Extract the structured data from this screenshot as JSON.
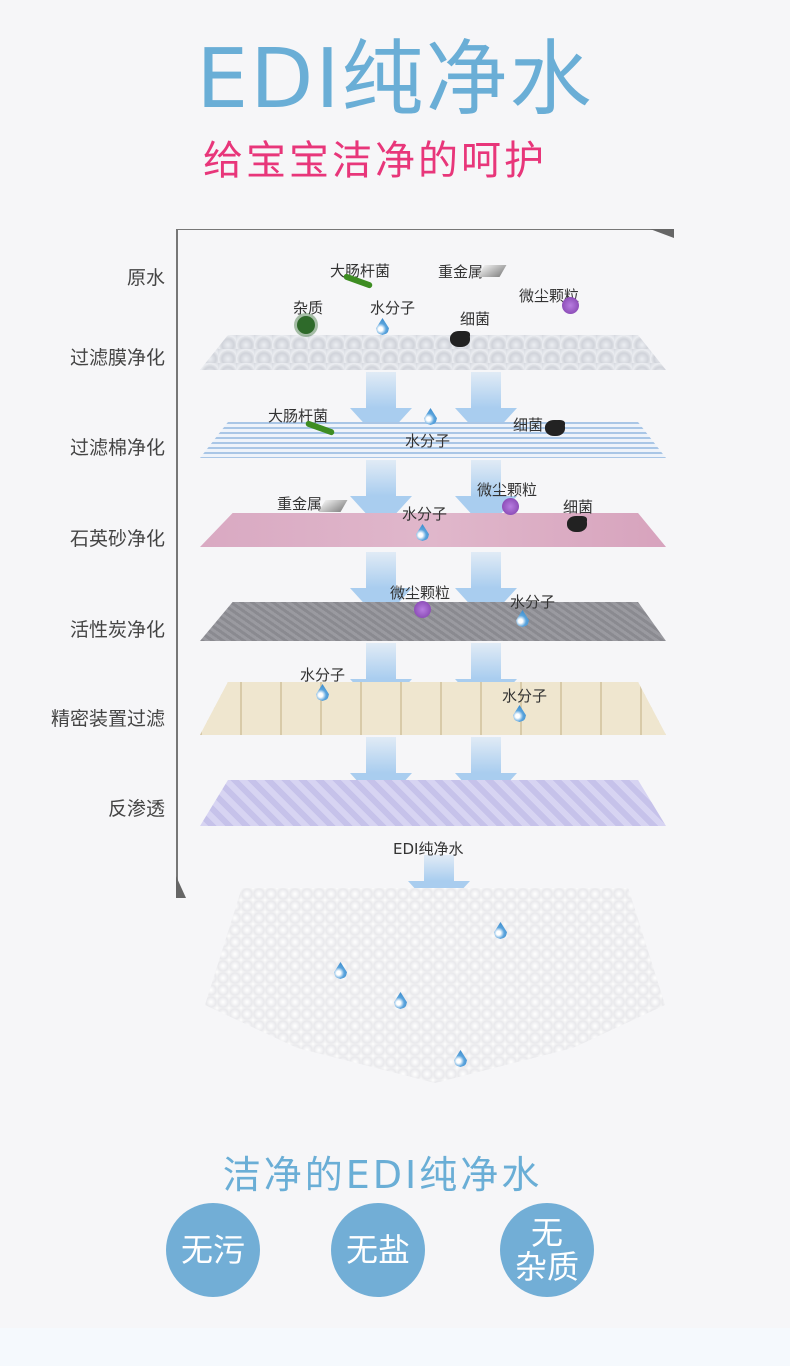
{
  "title": "EDI纯净水",
  "subtitle": "给宝宝洁净的呵护",
  "steps": [
    "原水",
    "过滤膜净化",
    "过滤棉净化",
    "石英砂净化",
    "活性炭净化",
    "精密装置过滤",
    "反渗透"
  ],
  "annotations": [
    "大肠杆菌",
    "重金属",
    "微尘颗粒",
    "杂质",
    "水分子",
    "细菌",
    "大肠杆菌",
    "水分子",
    "细菌",
    "重金属",
    "微尘颗粒",
    "水分子",
    "细菌",
    "微尘颗粒",
    "水分子",
    "水分子",
    "水分子"
  ],
  "output_label": "EDI纯净水",
  "closing_title": "洁净的EDI纯净水",
  "badges": [
    "无污",
    "无盐",
    "无\n杂质"
  ],
  "colors": {
    "title": "#6aaed6",
    "subtitle": "#e8367a",
    "badge": "#72aed6",
    "arrow": "#a9cdef"
  }
}
